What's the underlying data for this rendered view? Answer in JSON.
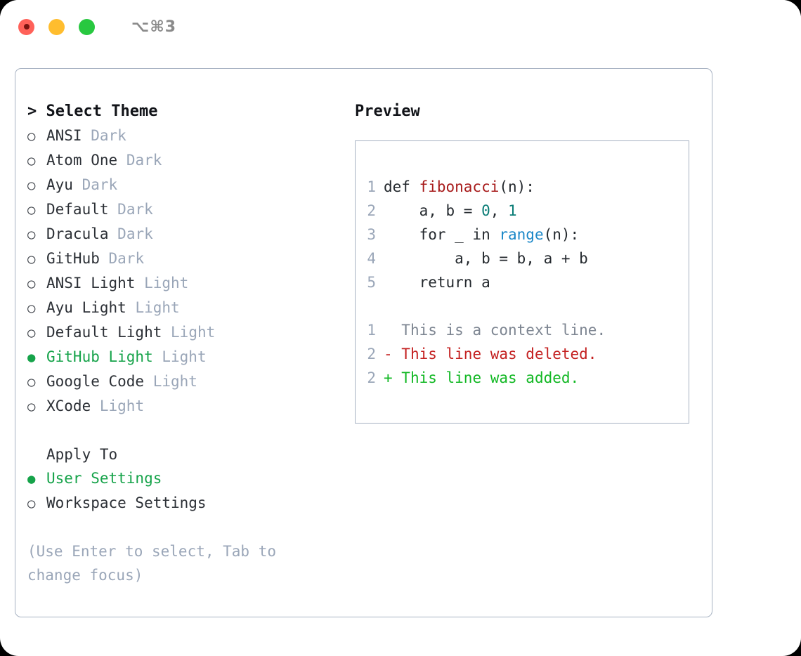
{
  "window": {
    "shortcut": "⌥⌘3",
    "traffic_lights": [
      {
        "name": "close",
        "color": "#ff6159"
      },
      {
        "name": "minimize",
        "color": "#ffbd2e"
      },
      {
        "name": "maximize",
        "color": "#28c840"
      }
    ]
  },
  "colors": {
    "accent_green": "#16a34a",
    "muted": "#9aa6b8",
    "text": "#2c3036",
    "border": "#a7b2c2",
    "diff_add": "#12b824",
    "diff_del": "#c42121",
    "syntax_function": "#a81c1c",
    "syntax_number": "#0b7d77",
    "syntax_call": "#1a87c8"
  },
  "theme_list": {
    "title": "Select Theme",
    "caret": ">",
    "bullet_unselected": "○",
    "bullet_selected": "●",
    "items": [
      {
        "label": "ANSI",
        "badge": "Dark",
        "selected": false
      },
      {
        "label": "Atom One",
        "badge": "Dark",
        "selected": false
      },
      {
        "label": "Ayu",
        "badge": "Dark",
        "selected": false
      },
      {
        "label": "Default",
        "badge": "Dark",
        "selected": false
      },
      {
        "label": "Dracula",
        "badge": "Dark",
        "selected": false
      },
      {
        "label": "GitHub",
        "badge": "Dark",
        "selected": false
      },
      {
        "label": "ANSI Light",
        "badge": "Light",
        "selected": false
      },
      {
        "label": "Ayu Light",
        "badge": "Light",
        "selected": false
      },
      {
        "label": "Default Light",
        "badge": "Light",
        "selected": false
      },
      {
        "label": "GitHub Light",
        "badge": "Light",
        "selected": true
      },
      {
        "label": "Google Code",
        "badge": "Light",
        "selected": false
      },
      {
        "label": "XCode",
        "badge": "Light",
        "selected": false
      }
    ]
  },
  "apply_to": {
    "title": "Apply To",
    "items": [
      {
        "label": "User Settings",
        "selected": true
      },
      {
        "label": "Workspace Settings",
        "selected": false
      }
    ]
  },
  "hint": "(Use Enter to select, Tab to change focus)",
  "preview": {
    "title": "Preview",
    "code_lines": [
      {
        "num": "1",
        "tokens": [
          {
            "t": "def ",
            "c": "plain"
          },
          {
            "t": "fibonacci",
            "c": "fn"
          },
          {
            "t": "(n):",
            "c": "plain"
          }
        ]
      },
      {
        "num": "2",
        "tokens": [
          {
            "t": "    a, b = ",
            "c": "plain"
          },
          {
            "t": "0",
            "c": "num"
          },
          {
            "t": ", ",
            "c": "plain"
          },
          {
            "t": "1",
            "c": "num"
          }
        ]
      },
      {
        "num": "3",
        "tokens": [
          {
            "t": "    for _ in ",
            "c": "plain"
          },
          {
            "t": "range",
            "c": "call"
          },
          {
            "t": "(n):",
            "c": "plain"
          }
        ]
      },
      {
        "num": "4",
        "tokens": [
          {
            "t": "        a, b = b, a + b",
            "c": "plain"
          }
        ]
      },
      {
        "num": "5",
        "tokens": [
          {
            "t": "    return a",
            "c": "plain"
          }
        ]
      }
    ],
    "diff_lines": [
      {
        "num": "1",
        "prefix": " ",
        "text": " This is a context line.",
        "kind": "ctx"
      },
      {
        "num": "2",
        "prefix": "-",
        "text": " This line was deleted.",
        "kind": "del"
      },
      {
        "num": "2",
        "prefix": "+",
        "text": " This line was added.",
        "kind": "add"
      }
    ]
  }
}
